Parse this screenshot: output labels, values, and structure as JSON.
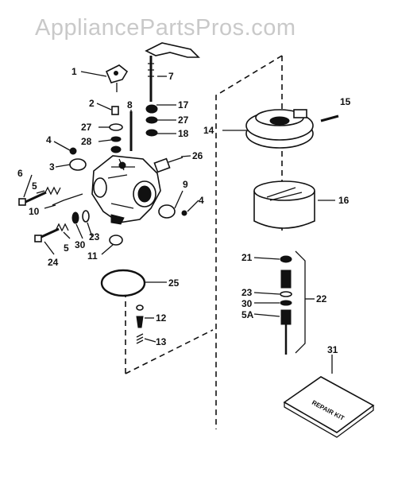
{
  "watermark": "AppliancePartsPros.com",
  "callouts": {
    "c1": "1",
    "c2": "2",
    "c3": "3",
    "c4a": "4",
    "c4b": "4",
    "c5a": "5",
    "c5b": "5",
    "c5A": "5A",
    "c6": "6",
    "c7": "7",
    "c8": "8",
    "c9": "9",
    "c10": "10",
    "c11": "11",
    "c12": "12",
    "c13": "13",
    "c14": "14",
    "c15": "15",
    "c16": "16",
    "c17": "17",
    "c18": "18",
    "c21": "21",
    "c22": "22",
    "c23a": "23",
    "c23b": "23",
    "c24": "24",
    "c25": "25",
    "c26": "26",
    "c27a": "27",
    "c27b": "27",
    "c28": "28",
    "c30a": "30",
    "c30b": "30",
    "c31": "31"
  },
  "repair_kit_label": "REPAIR KIT"
}
